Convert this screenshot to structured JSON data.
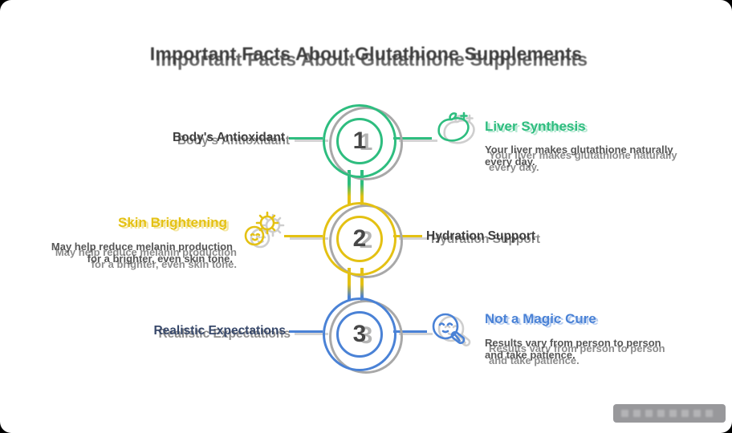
{
  "title": "Important Facts About Glutathione Supplements",
  "colors": {
    "green": "#2ebd7f",
    "yellow": "#e4c113",
    "blue": "#4a82d6",
    "dark_text": "#3f3f3f",
    "description_text": "#565656",
    "ghost_grey": "#a8a8a8"
  },
  "steps": [
    {
      "number": "1",
      "accent": "#2ebd7f",
      "side_label": "Body's Antioxidant",
      "heading": "Liver Synthesis",
      "icon": "liver-icon",
      "desc_line1": "Your liver makes glutathione naturally",
      "desc_line2": "every day."
    },
    {
      "number": "2",
      "accent": "#e4c113",
      "side_label": "Hydration Support",
      "heading": "Skin Brightening",
      "icon": "sun-face-icon",
      "desc_line1": "May help reduce melanin production",
      "desc_line2": "for a brighter, even skin tone."
    },
    {
      "number": "3",
      "accent": "#4a82d6",
      "side_label": "Realistic Expectations",
      "heading": "Not a Magic Cure",
      "icon": "face-pill-icon",
      "desc_line1": "Results vary from person to person",
      "desc_line2": "and take patience."
    }
  ],
  "watermark": {
    "text": ""
  }
}
